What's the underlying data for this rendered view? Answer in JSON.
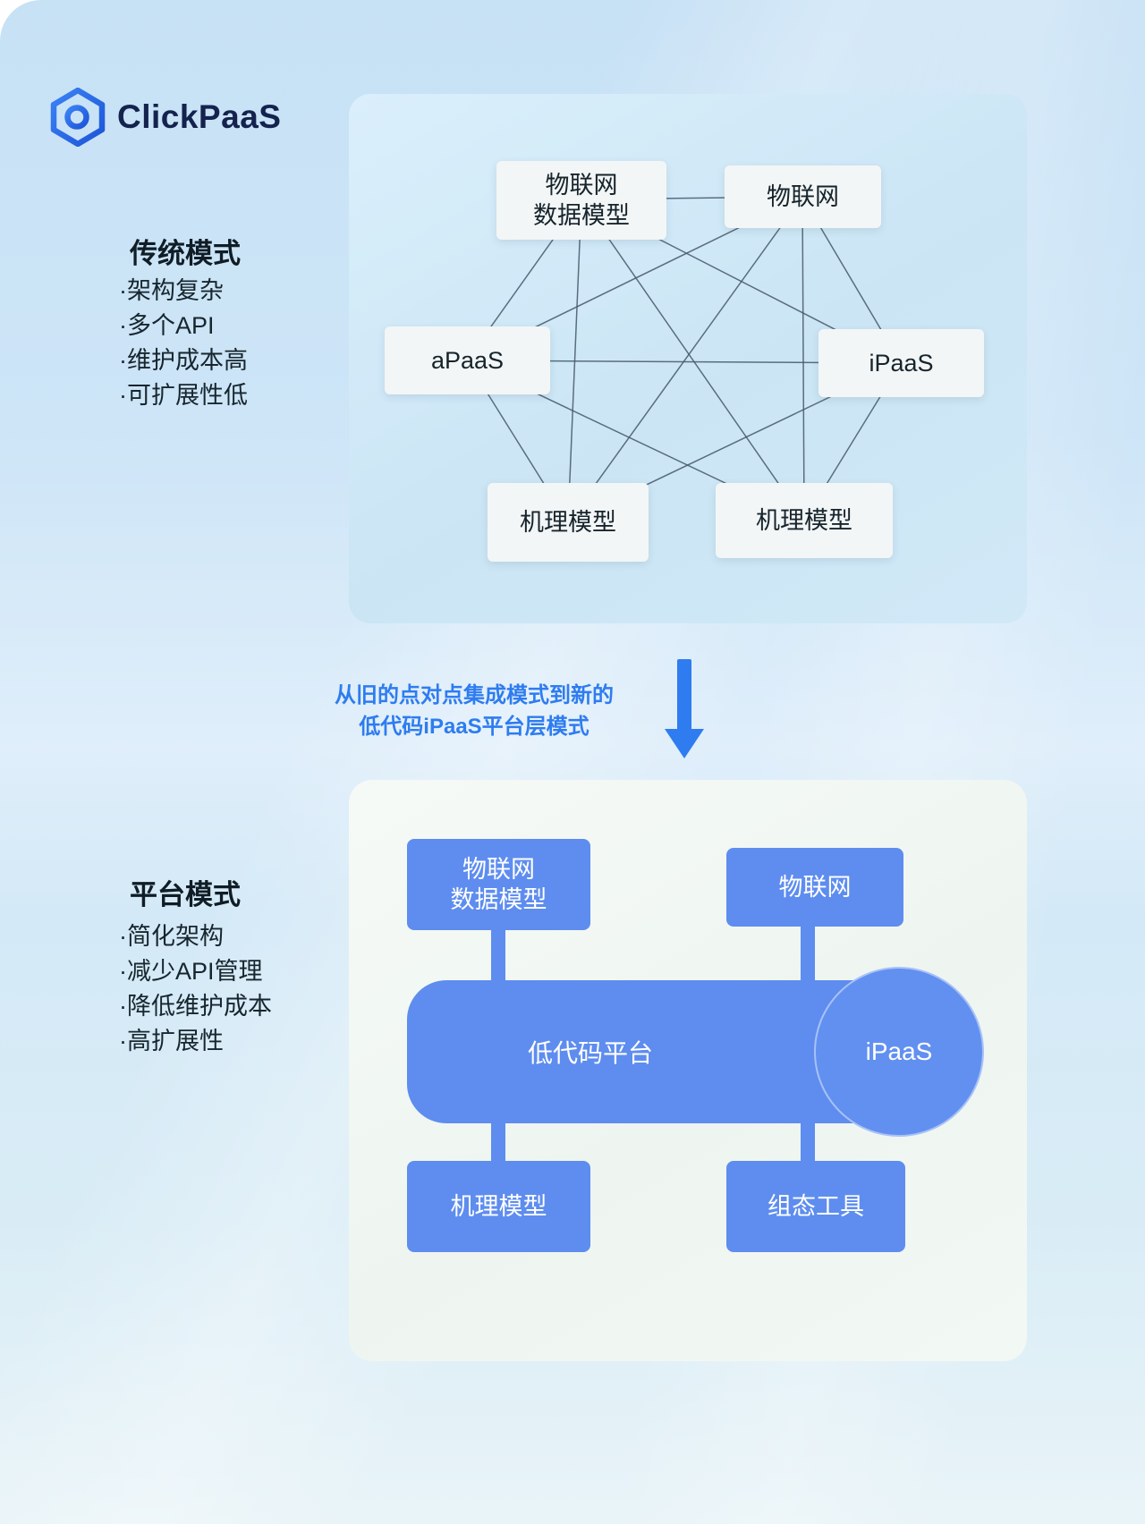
{
  "colors": {
    "background_blue": "#cde5f7",
    "panel_top_blue": "#cfe7f6",
    "panel_bottom_white": "#f1f7f3",
    "node_white": "#f3f6f6",
    "accent_blue": "#5e8def",
    "arrow_blue": "#2e7cf0",
    "mesh_line_gray": "#46586a",
    "logo_navy": "#14234e"
  },
  "logo": {
    "brand": "ClickPaaS"
  },
  "traditional": {
    "title": "传统模式",
    "bullets": [
      "·架构复杂",
      "·多个API",
      "·维护成本高",
      "·可扩展性低"
    ],
    "nodes": [
      {
        "label": "物联网\n数据模型"
      },
      {
        "label": "物联网"
      },
      {
        "label": "aPaaS"
      },
      {
        "label": "iPaaS"
      },
      {
        "label": "机理模型"
      },
      {
        "label": "机理模型"
      }
    ]
  },
  "transition": {
    "line1": "从旧的点对点集成模式到新的",
    "line2": "低代码iPaaS平台层模式"
  },
  "platform": {
    "title": "平台模式",
    "bullets": [
      "·简化架构",
      "·减少API管理",
      "·降低维护成本",
      "·高扩展性"
    ],
    "nodes": [
      {
        "label": "物联网\n数据模型"
      },
      {
        "label": "物联网"
      },
      {
        "label": "机理模型"
      },
      {
        "label": "组态工具"
      }
    ],
    "hub": {
      "label": "低代码平台"
    },
    "ipaas": {
      "label": "iPaaS"
    }
  }
}
